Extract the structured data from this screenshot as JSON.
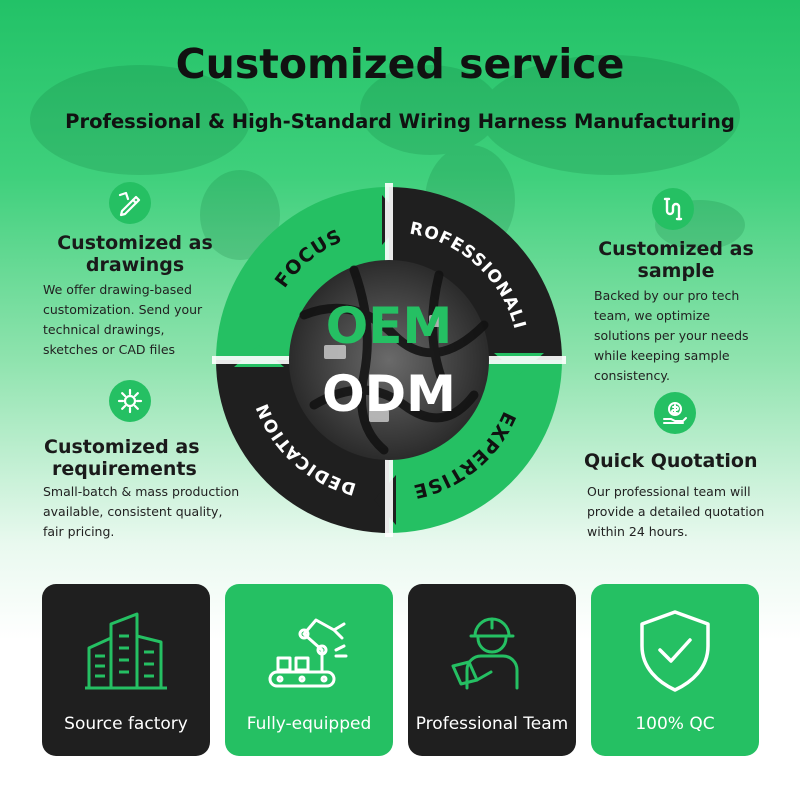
{
  "header": {
    "title": "Customized service",
    "subtitle": "Professional & High-Standard Wiring Harness Manufacturing"
  },
  "colors": {
    "green": "#25c063",
    "dark": "#1f1f1f",
    "text": "#1a1a1a"
  },
  "features": {
    "drawings": {
      "icon": "pencil-ruler-icon",
      "title_l1": "Customized as",
      "title_l2": "drawings",
      "lines": [
        "We offer drawing-based",
        "customization. Send your",
        "technical drawings,",
        "sketches or CAD files"
      ]
    },
    "requirements": {
      "icon": "gear-icon",
      "title_l1": "Customized as",
      "title_l2": "requirements",
      "lines": [
        "Small-batch & mass production",
        "available, consistent quality,",
        "fair pricing."
      ]
    },
    "sample": {
      "icon": "cable-connector-icon",
      "title_l1": "Customized as",
      "title_l2": "sample",
      "lines": [
        "Backed by our pro tech",
        "team, we optimize",
        "solutions per your needs",
        "while keeping sample",
        "consistency."
      ]
    },
    "quotation": {
      "icon": "dollar-hand-icon",
      "title": "Quick Quotation",
      "lines": [
        "Our professional team will",
        "provide a detailed quotation",
        "within 24 hours."
      ]
    }
  },
  "wheel": {
    "segments": [
      "FOCUS",
      "PROFESSIONALIS",
      "EXPERTISE",
      "DEDICATION"
    ],
    "center_top": "OEM",
    "center_bottom": "ODM"
  },
  "cards": [
    {
      "label": "Source factory",
      "icon": "factory-building-icon",
      "style": "dark"
    },
    {
      "label": "Fully-equipped",
      "icon": "robotic-arm-icon",
      "style": "green"
    },
    {
      "label": "Professional Team",
      "icon": "engineer-worker-icon",
      "style": "dark"
    },
    {
      "label": "100% QC",
      "icon": "shield-check-icon",
      "style": "green"
    }
  ]
}
